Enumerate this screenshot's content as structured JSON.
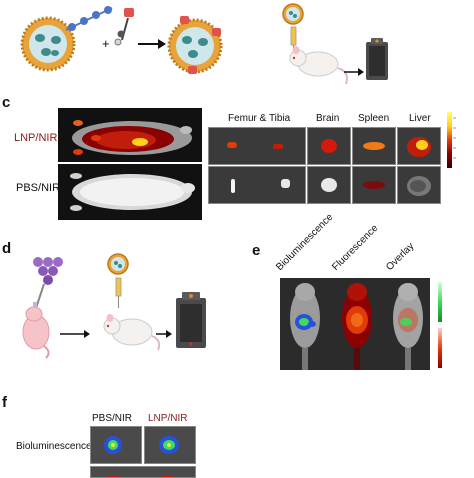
{
  "panel_c": {
    "letter": "c",
    "row_labels": [
      "LNP/NIR",
      "PBS/NIR"
    ],
    "organ_headers": [
      "Femur & Tibia",
      "Brain",
      "Spleen",
      "Liver"
    ]
  },
  "panel_d": {
    "letter": "d"
  },
  "panel_e": {
    "letter": "e",
    "column_labels": [
      "Bioluminescence",
      "Fluorescence",
      "Overlay"
    ]
  },
  "panel_f": {
    "letter": "f",
    "column_labels": [
      "PBS/NIR",
      "LNP/NIR"
    ],
    "row_label": "Bioluminescence"
  },
  "colors": {
    "lnp_label": "#8b1a1a",
    "heat_hot": "#ffd21a",
    "heat_mid": "#e23b0a",
    "heat_dark": "#8b0000",
    "lnp_shell": "#e8a33a",
    "lnp_core": "#3f8b8b",
    "bio_blue": "#2a4fd8",
    "bio_green": "#3ddc5a"
  }
}
